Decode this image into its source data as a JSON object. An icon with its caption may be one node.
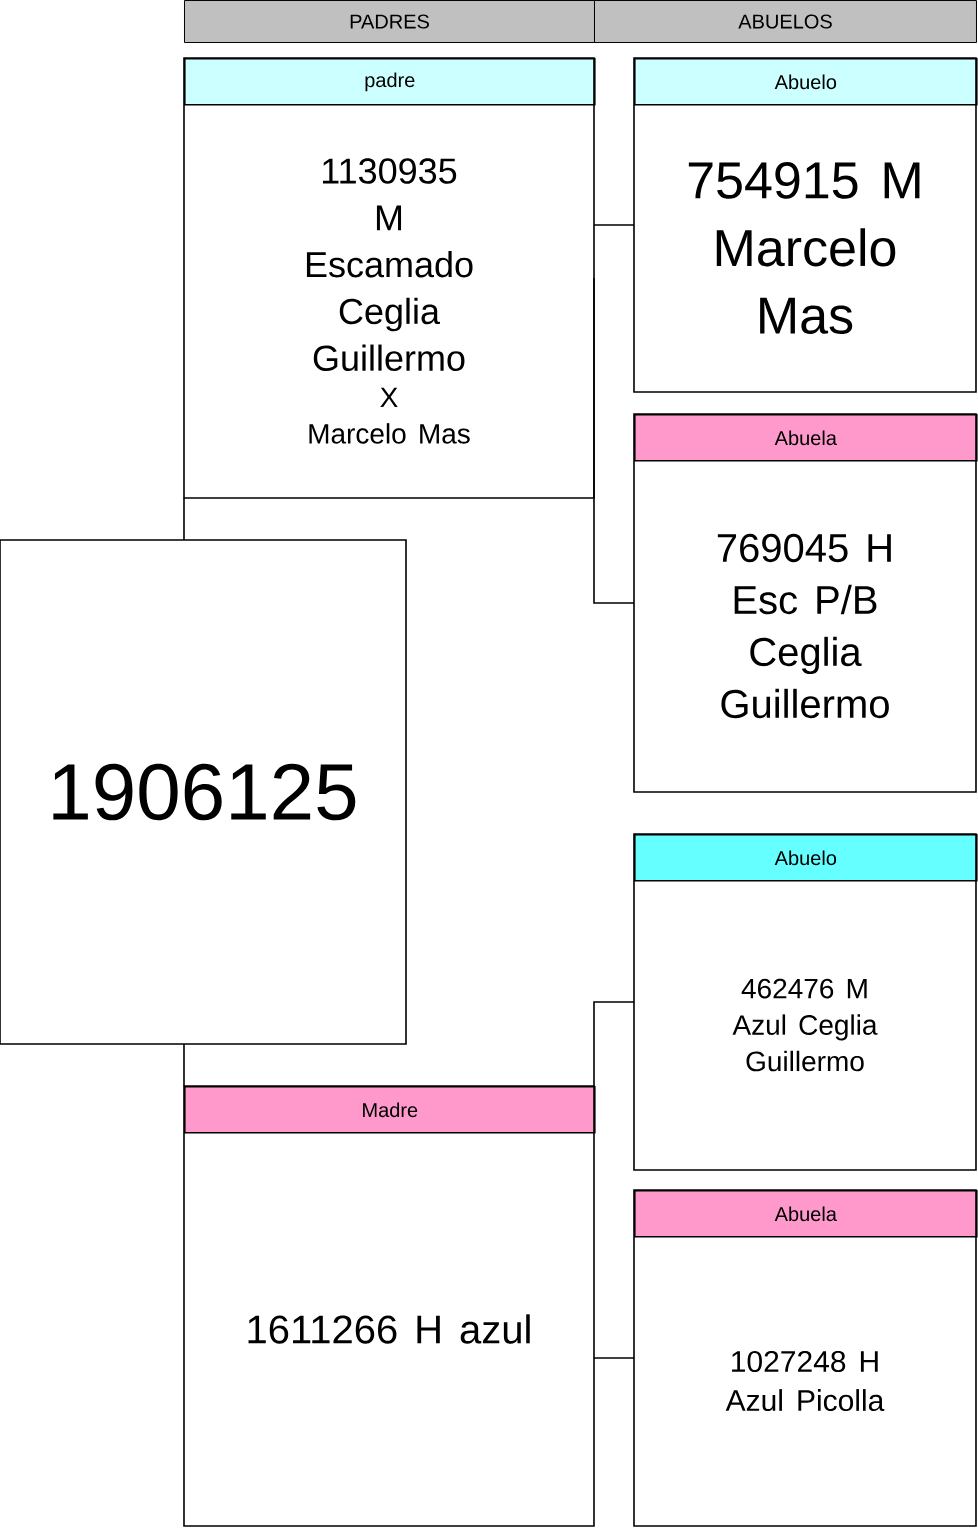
{
  "diagram": {
    "nodes": [
      {
        "text": [
          "padre",
          "1130935 M Escamado Ceglia Guillermo",
          "X",
          "Marcelo Mas"
        ]
      },
      {
        "text": [
          "Abuelo",
          "754915 M Marcelo Mas"
        ]
      },
      {
        "text": [
          "Abuela",
          "769045 H Esc P/B Ceglia Guillermo"
        ]
      },
      {
        "text": [
          "1906125"
        ]
      },
      {
        "text": [
          "Abuelo",
          "462476 M Azul Ceglia Guillermo"
        ]
      },
      {
        "text": [
          "Madre",
          "1611266 H azul"
        ]
      },
      {
        "text": [
          "Abuela",
          "1027248 H Azul Picolla"
        ]
      }
    ],
    "edges": [
      {
        "from": 3,
        "to": 0,
        "arrow": "none"
      },
      {
        "from": 3,
        "to": 5,
        "arrow": "none"
      },
      {
        "from": 0,
        "to": 1,
        "arrow": "none"
      },
      {
        "from": 0,
        "to": 2,
        "arrow": "none"
      },
      {
        "from": 5,
        "to": 4,
        "arrow": "none"
      },
      {
        "from": 5,
        "to": 6,
        "arrow": "none"
      }
    ],
    "labels": [
      "PADRES",
      "ABUELOS"
    ]
  }
}
